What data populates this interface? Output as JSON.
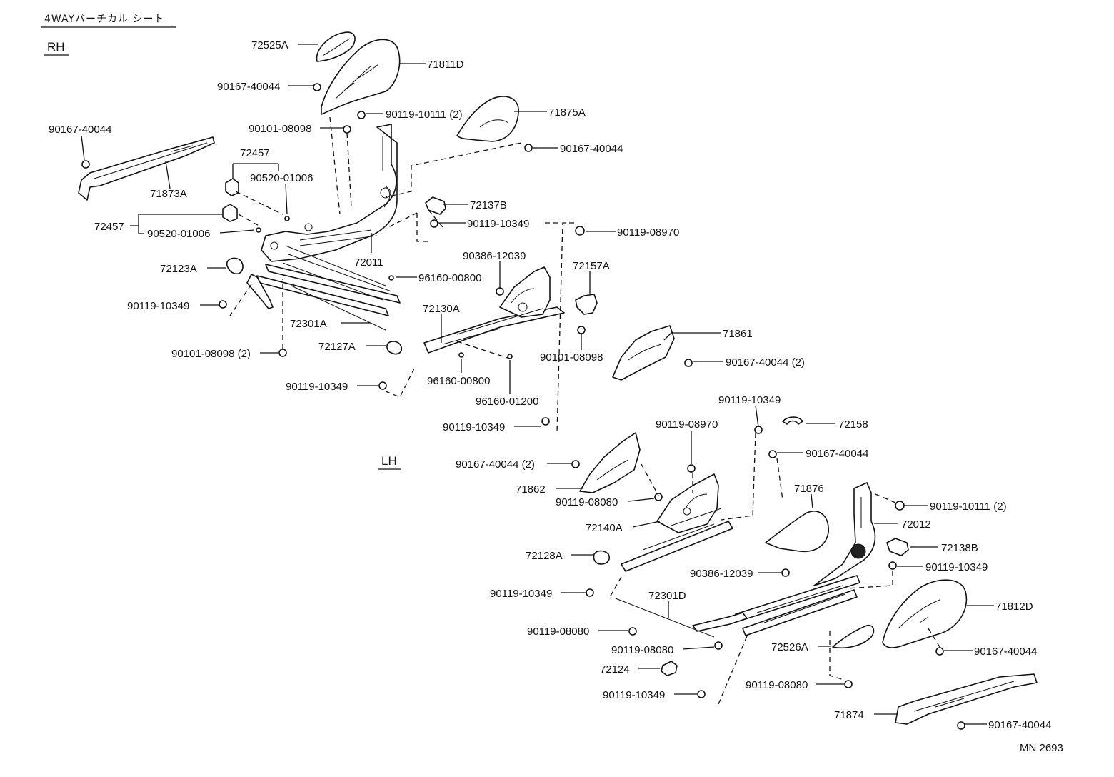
{
  "header": {
    "title": "4WAYバーチカル シート",
    "rh": "RH",
    "lh": "LH",
    "code": "MN 2693"
  },
  "parts": {
    "p72525A": "72525A",
    "p71811D": "71811D",
    "p90167_40044_a": "90167-40044",
    "p90119_10111_2_a": "90119-10111 (2)",
    "p71875A": "71875A",
    "p90101_08098_a": "90101-08098",
    "p90167_40044_b": "90167-40044",
    "p90167_40044_c": "90167-40044",
    "p72457_a": "72457",
    "p90520_01006_a": "90520-01006",
    "p71873A": "71873A",
    "p72137B": "72137B",
    "p72457_b": "72457",
    "p90520_01006_b": "90520-01006",
    "p90119_10349_a": "90119-10349",
    "p90119_08970_a": "90119-08970",
    "p72011": "72011",
    "p90386_12039_a": "90386-12039",
    "p72157A": "72157A",
    "p72123A": "72123A",
    "p96160_00800_a": "96160-00800",
    "p90119_10349_b": "90119-10349",
    "p72130A": "72130A",
    "p72301A": "72301A",
    "p71861": "71861",
    "p72127A": "72127A",
    "p90101_08098_2": "90101-08098 (2)",
    "p90101_08098_b": "90101-08098",
    "p90167_40044_2_a": "90167-40044 (2)",
    "p96160_00800_b": "96160-00800",
    "p90119_10349_c": "90119-10349",
    "p96160_01200": "96160-01200",
    "p90119_10349_d": "90119-10349",
    "p90119_10349_e": "90119-10349",
    "p90119_08970_b": "90119-08970",
    "p72158": "72158",
    "p90167_40044_d": "90167-40044",
    "p90167_40044_2_b": "90167-40044 (2)",
    "p71876": "71876",
    "p71862": "71862",
    "p90119_08080_a": "90119-08080",
    "p90119_10111_2_b": "90119-10111 (2)",
    "p72140A": "72140A",
    "p72012": "72012",
    "p72128A": "72128A",
    "p72138B": "72138B",
    "p90386_12039_b": "90386-12039",
    "p90119_10349_f": "90119-10349",
    "p72301D": "72301D",
    "p90119_10349_g": "90119-10349",
    "p71812D": "71812D",
    "p90119_08080_b": "90119-08080",
    "p90119_08080_c": "90119-08080",
    "p72526A": "72526A",
    "p90167_40044_e": "90167-40044",
    "p72124": "72124",
    "p90119_10349_h": "90119-10349",
    "p90119_08080_d": "90119-08080",
    "p71874": "71874",
    "p90167_40044_f": "90167-40044"
  }
}
